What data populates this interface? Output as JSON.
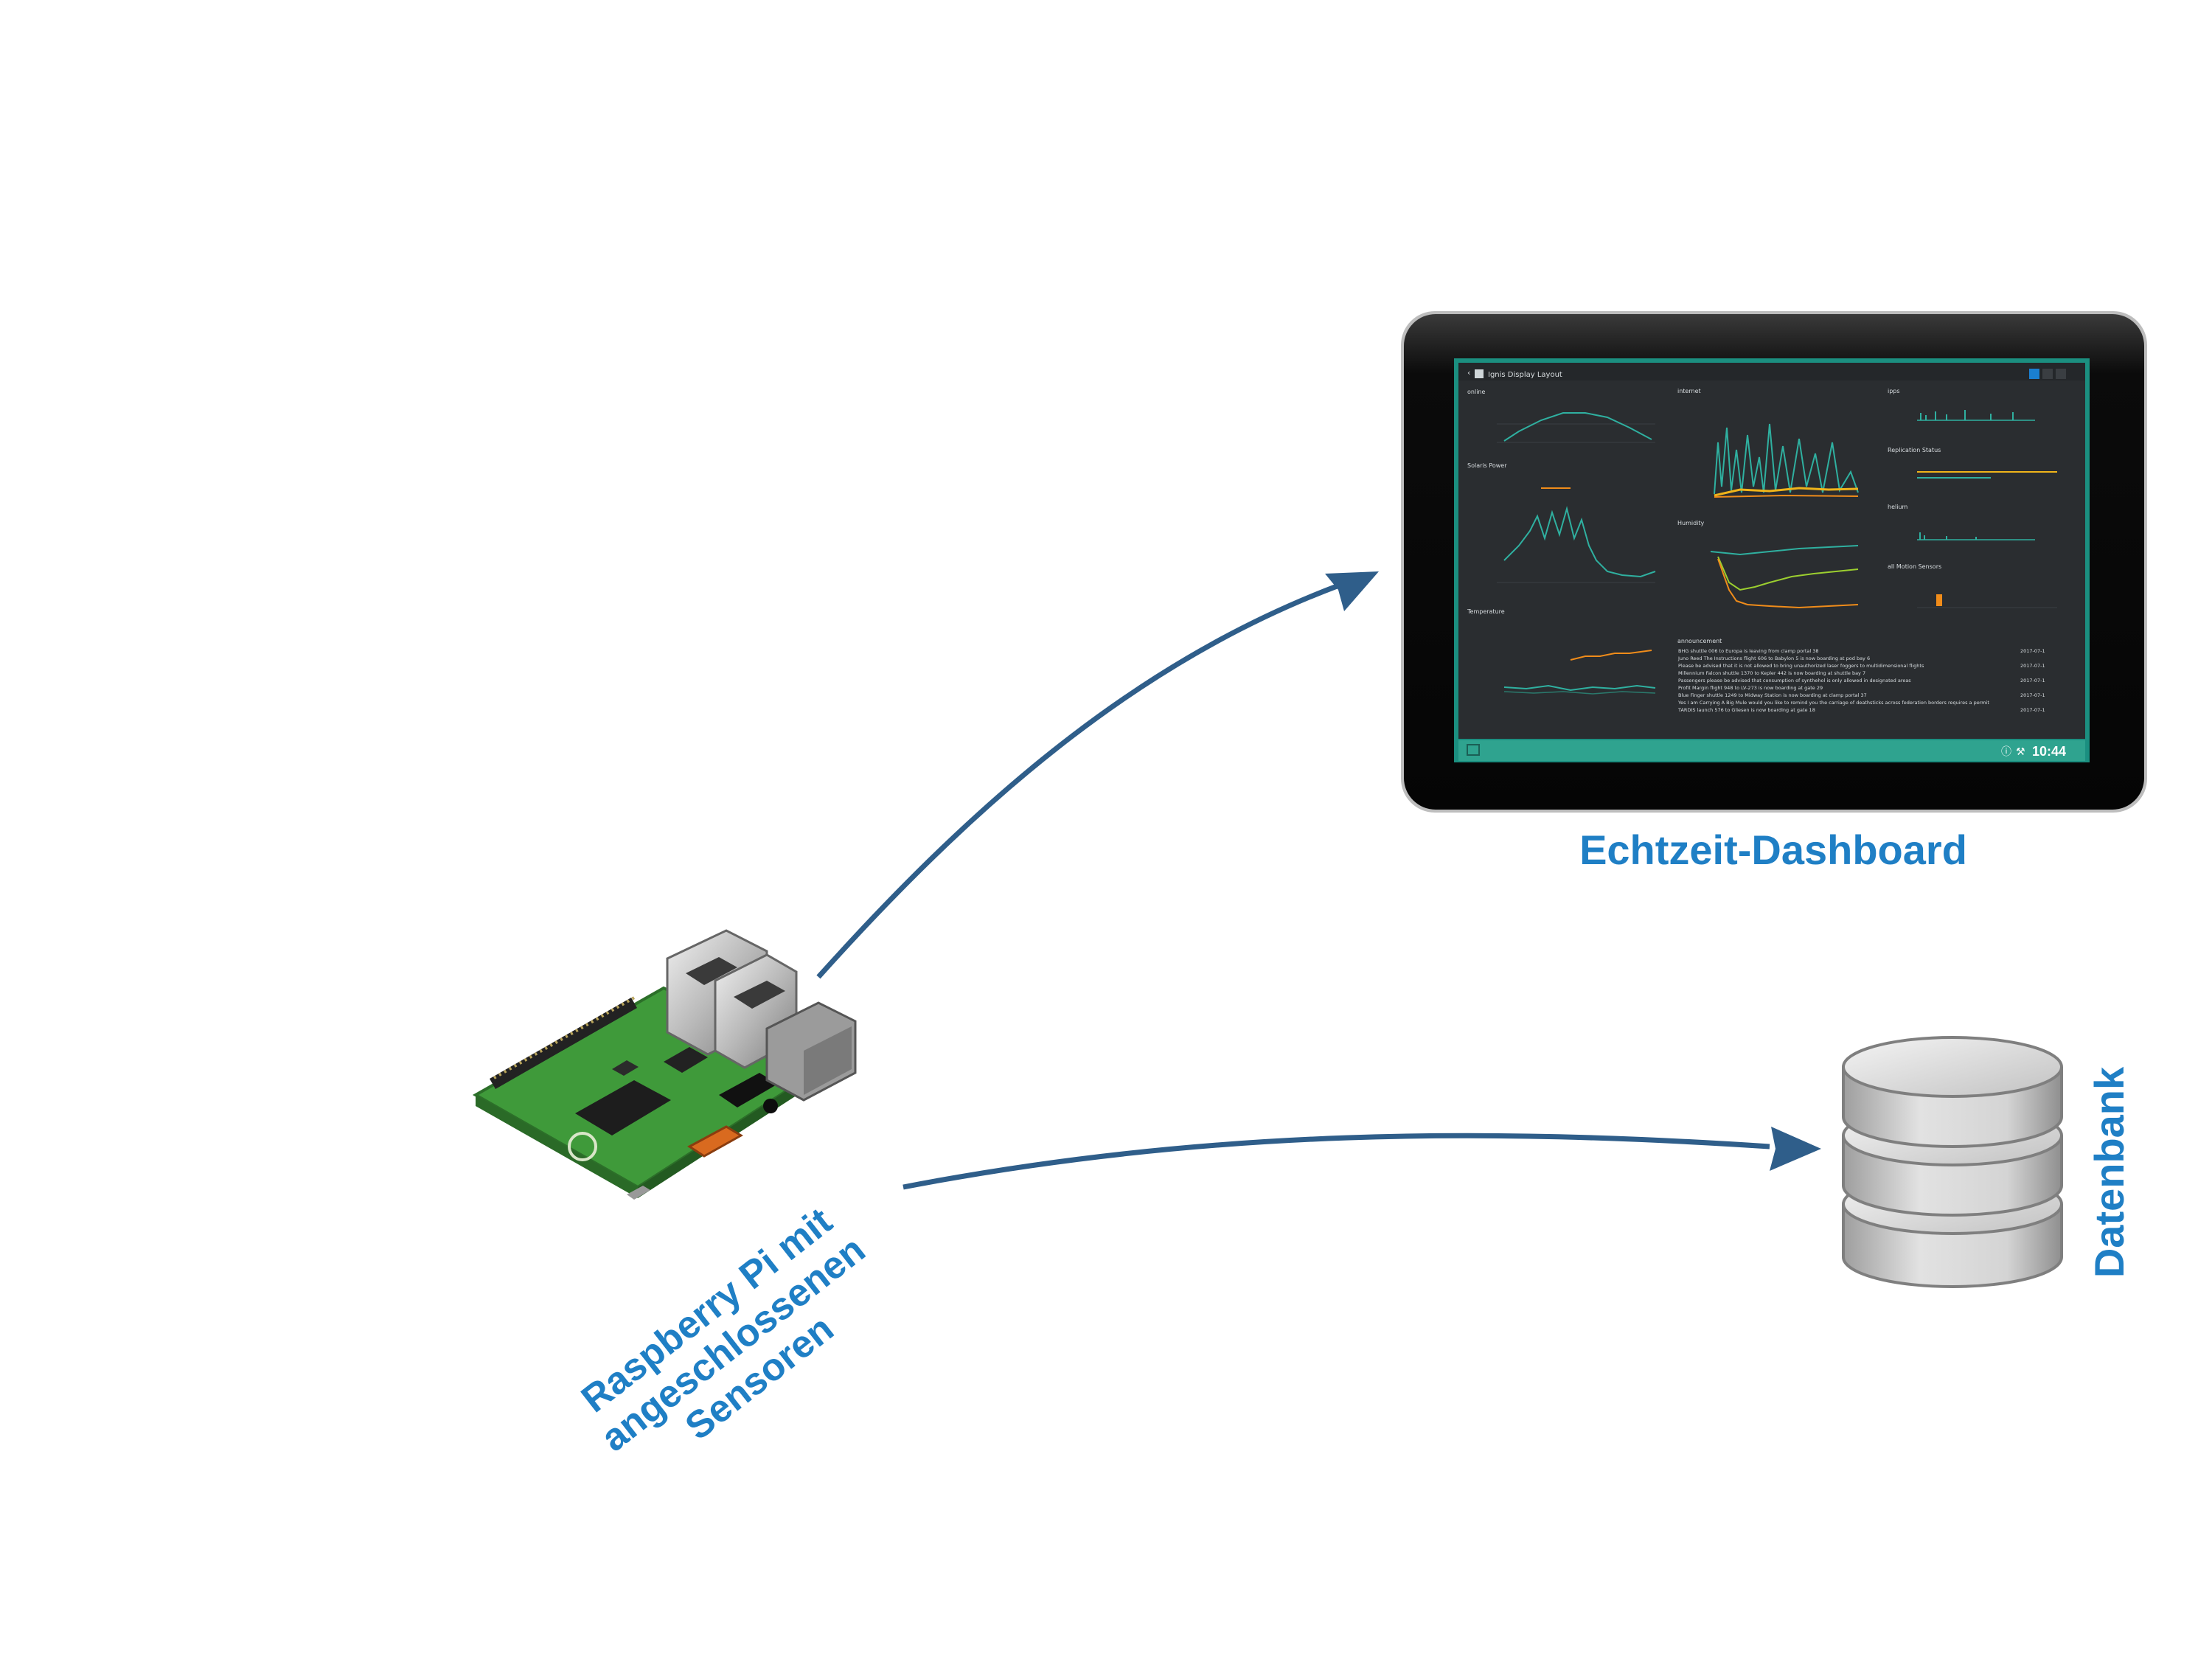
{
  "colors": {
    "label": "#1f7fc5",
    "arrow": "#2f5e8a",
    "dashboard_bg": "#2a2d30",
    "accent": "#2fa38f",
    "tablet_body": "#0d0d0d",
    "db_gray": "#c9c9c9",
    "pcb_green": "#3f9a3a"
  },
  "labels": {
    "raspberry_line1": "Raspberry Pi mit",
    "raspberry_line2": "angeschlossenen",
    "raspberry_line3": "Sensoren",
    "dashboard": "Echtzeit-Dashboard",
    "database": "Datenbank"
  },
  "dashboard": {
    "layout_title": "Ignis Display Layout",
    "clock": "10:44",
    "panels": {
      "online": "online",
      "internet": "internet",
      "ipps": "ipps",
      "solar_power": "Solaris Power",
      "replication": "Replication Status",
      "humidity": "Humidity",
      "helium": "helium",
      "motion": "all Motion Sensors",
      "temperature": "Temperature",
      "announcements": "announcement"
    },
    "announcements": [
      "BHG shuttle 006 to Europa is leaving from clamp portal 38",
      "Juno Reed The Instructions flight 606 to Babylon 5 is now boarding at pod bay 6",
      "Please be advised that it is not allowed to bring unauthorized laser foggers to multidimensional flights",
      "Millennium Falcon shuttle 1370 to Kepler 442 is now boarding at shuttle bay 7",
      "Passengers please be advised that consumption of synthehol is only allowed in designated areas",
      "Profit Margin flight 948 to LV-273 is now boarding at gate 29",
      "Blue Finger shuttle 1249 to Midway Station is now boarding at clamp portal 37",
      "Yes I am Carrying A Big Mule would you like to remind you the carriage of deathsticks across federation borders requires a permit",
      "TARDIS launch 576 to Gliesen is now boarding at gate 18"
    ],
    "stamp": "2017-07-1"
  }
}
